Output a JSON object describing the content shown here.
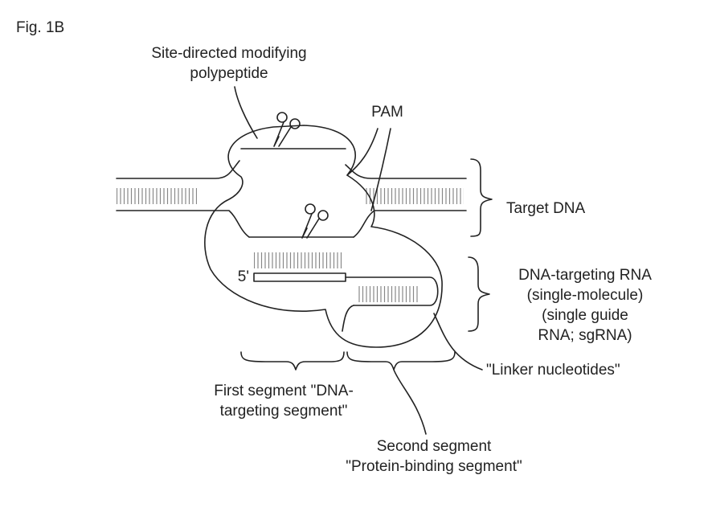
{
  "figure": {
    "fig_label": "Fig. 1B",
    "labels": {
      "protein_line1": "Site-directed modifying",
      "protein_line2": "polypeptide",
      "pam": "PAM",
      "target_dna": "Target DNA",
      "rna_line1": "DNA-targeting RNA",
      "rna_line2": "(single-molecule)",
      "rna_line3": "(single guide",
      "rna_line4": "RNA; sgRNA)",
      "five_prime": "5'",
      "linker": "\"Linker nucleotides\"",
      "first_seg_line1": "First segment \"DNA-",
      "first_seg_line2": "targeting segment\"",
      "second_seg_line1": "Second segment",
      "second_seg_line2": "\"Protein-binding segment\""
    },
    "icons": [
      "scissors-icon",
      "scissors-icon"
    ],
    "colors": {
      "ink": "#222222",
      "hatch": "#888888",
      "background": "#ffffff"
    }
  }
}
